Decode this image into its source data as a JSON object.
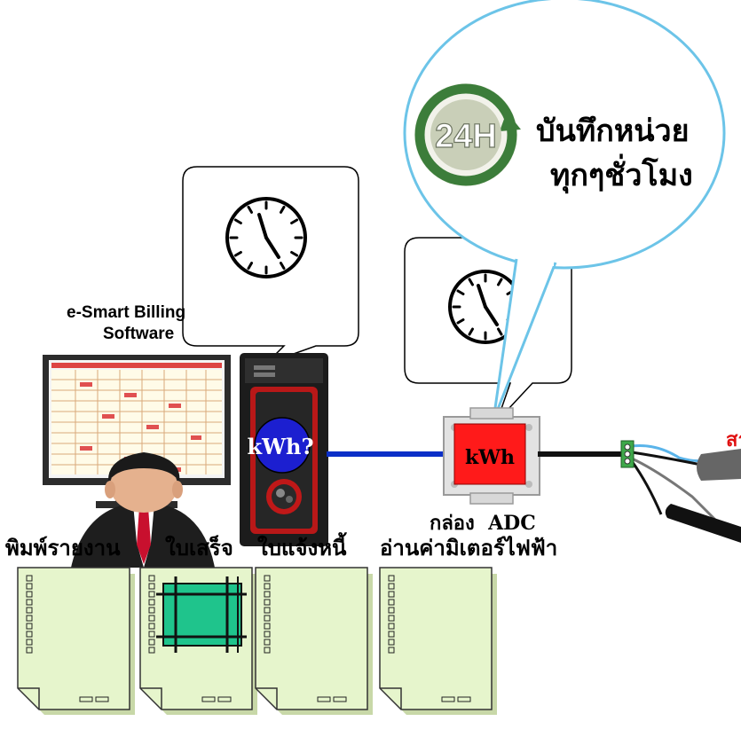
{
  "cloud": {
    "badge_text": "24H",
    "line1": "บันทึกหน่วย",
    "line2": "ทุกๆชั่วโมง"
  },
  "software": {
    "line1": "e-Smart Billing",
    "line2": "Software"
  },
  "computer": {
    "query_label": "kWh?",
    "meter_label": "kWh"
  },
  "adc": {
    "label": "กล่อง  ADC"
  },
  "cable": {
    "label_partial": "สา"
  },
  "documents": {
    "labels": [
      "พิมพ์รายงาน",
      "ใบเสร็จ",
      "ใบแจ้งหนี้",
      "อ่านค่ามิเตอร์ไฟฟ้า"
    ]
  },
  "colors": {
    "cloud_border": "#6cc4e8",
    "network_line": "#0a2fc8",
    "adc_red": "#ff1a1a",
    "doc_fill": "#e6f5cc",
    "receipt_green": "#1fc48c",
    "kwh_circle": "#1c1fd0",
    "cable_label_red": "#e01010"
  }
}
